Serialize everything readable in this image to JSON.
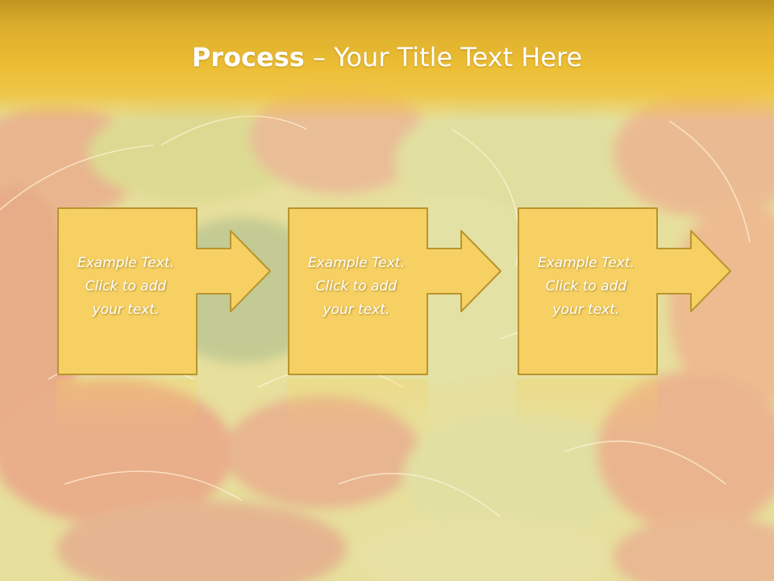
{
  "slide": {
    "title_strong": "Process",
    "title_rest": " – Your Title Text Here",
    "steps": [
      {
        "lines": [
          "Example Text.",
          "Click  to add",
          "your text."
        ]
      },
      {
        "lines": [
          "Example Text.",
          "Click  to add",
          "your text."
        ]
      },
      {
        "lines": [
          "Example Text.",
          "Click  to add",
          "your text."
        ]
      }
    ]
  },
  "colors": {
    "header": "#ecbe34",
    "box_fill": "#f6d062",
    "box_border": "#b89530",
    "text": "#ffffff"
  }
}
